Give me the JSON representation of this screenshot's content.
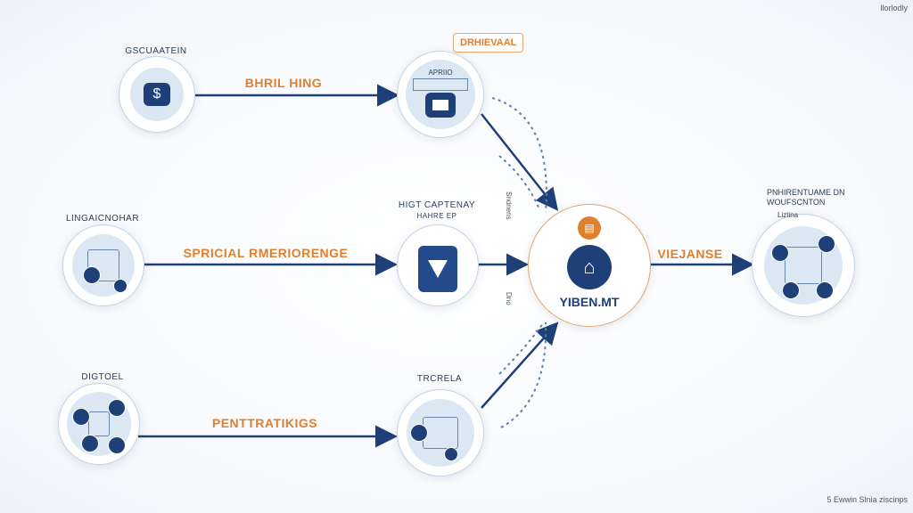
{
  "corner_top": "llorlodly",
  "corner_bottom": "5 Ewwin Slnia ziscinps",
  "callout": "DRHIEVAAL",
  "nodes": {
    "n1": "GSCUAATEIN",
    "n2": "APRIIO",
    "n3": "LINGAICNOHAR",
    "n4_line1": "HIGT CAPTENAY",
    "n4_line2": "HAHRE EP",
    "n5": "DIGTOEL",
    "n6": "TRCRELA",
    "hub": "YIBEN.MT",
    "out_line1": "PNHIRENTUAME DN",
    "out_line2": "WOUFSCNTON",
    "out_sub": "Liztina"
  },
  "edges": {
    "e1": "BHRIL HING",
    "e2": "SPRICIAL RMERIORENGE",
    "e3": "PENTTRATIKIGS",
    "e4": "VIEJANSE"
  },
  "side_notes": {
    "upper": "Sndnens",
    "lower": "Dno"
  },
  "colors": {
    "navy": "#1e3f78",
    "orange": "#e07f2e",
    "light": "#dbe7f3"
  }
}
